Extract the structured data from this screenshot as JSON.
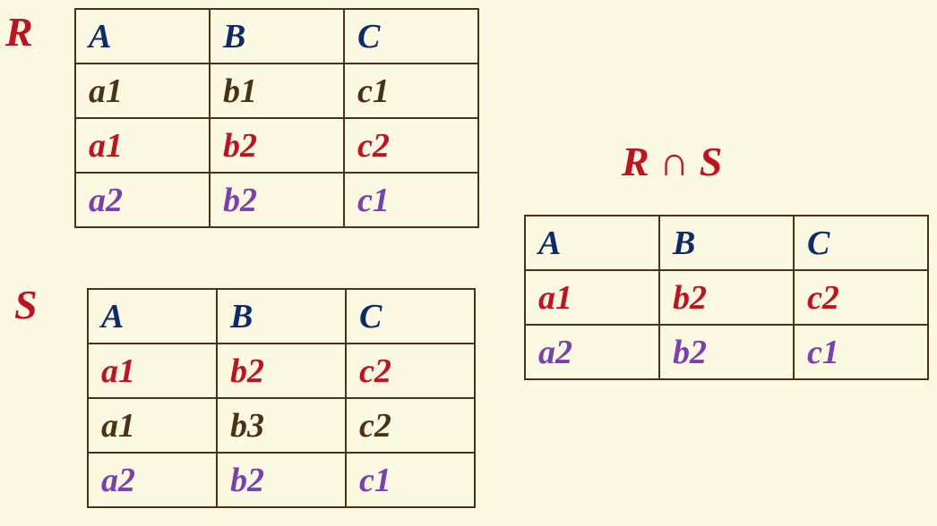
{
  "colors": {
    "background": "#fbf9e1",
    "header": "#0d2a6e",
    "dark": "#4a3215",
    "red": "#c1121f",
    "purple": "#7a3fb0",
    "border": "#4a3215"
  },
  "labels": {
    "r": "R",
    "s": "S",
    "r_intersect_s": "R ∩ S"
  },
  "table_r": {
    "header": [
      "A",
      "B",
      "C"
    ],
    "rows": [
      {
        "color": "dark",
        "cells": [
          "a1",
          "b1",
          "c1"
        ]
      },
      {
        "color": "red",
        "cells": [
          "a1",
          "b2",
          "c2"
        ]
      },
      {
        "color": "purple",
        "cells": [
          "a2",
          "b2",
          "c1"
        ]
      }
    ]
  },
  "table_s": {
    "header": [
      "A",
      "B",
      "C"
    ],
    "rows": [
      {
        "color": "red",
        "cells": [
          "a1",
          "b2",
          "c2"
        ]
      },
      {
        "color": "dark",
        "cells": [
          "a1",
          "b3",
          "c2"
        ]
      },
      {
        "color": "purple",
        "cells": [
          "a2",
          "b2",
          "c1"
        ]
      }
    ]
  },
  "table_rs": {
    "header": [
      "A",
      "B",
      "C"
    ],
    "rows": [
      {
        "color": "red",
        "cells": [
          "a1",
          "b2",
          "c2"
        ]
      },
      {
        "color": "purple",
        "cells": [
          "a2",
          "b2",
          "c1"
        ]
      }
    ]
  }
}
